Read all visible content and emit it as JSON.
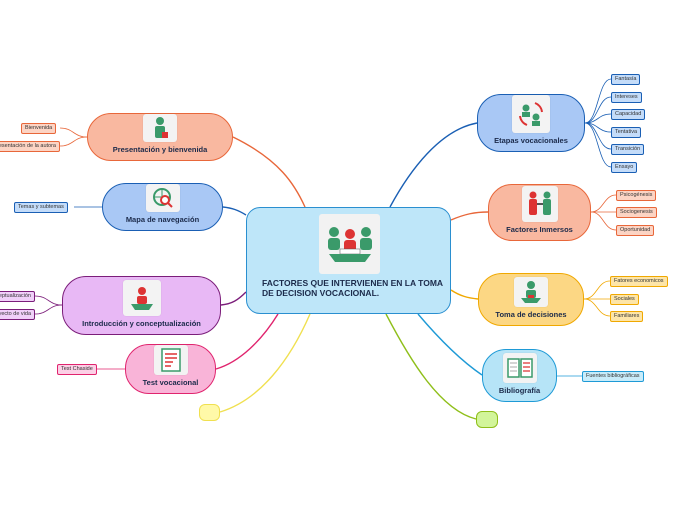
{
  "central": {
    "title": "FACTORES QUE INTERVIENEN EN LA TOMA DE DECISION VOCACIONAL.",
    "icon": "meeting-people-icon",
    "color": "#bee6f9"
  },
  "topics": {
    "presentacion": {
      "label": "Presentación y bienvenida",
      "icon": "person-with-suitcase-icon",
      "color": "#f9b8a0",
      "line_color": "#e8673a"
    },
    "mapa": {
      "label": "Mapa de navegación",
      "icon": "globe-magnifier-icon",
      "color": "#a9c8f5",
      "line_color": "#1a5fb4"
    },
    "introduccion": {
      "label": "Introducción y conceptualización",
      "icon": "person-at-desk-icon",
      "color": "#e8b8f5",
      "line_color": "#7b1d7a"
    },
    "test": {
      "label": "Test vocacional",
      "icon": "document-list-icon",
      "color": "#f9b4d8",
      "line_color": "#e0246e"
    },
    "etapas": {
      "label": "Etapas vocacionales",
      "icon": "cycle-people-icon",
      "color": "#a9c8f5",
      "line_color": "#1a5fb4"
    },
    "factores": {
      "label": "Factores Inmersos",
      "icon": "handshake-icon",
      "color": "#f9b8a0",
      "line_color": "#e8673a"
    },
    "toma": {
      "label": "Toma de decisiones",
      "icon": "person-at-desk-icon",
      "color": "#fcd784",
      "line_color": "#f0a800"
    },
    "bibliografia": {
      "label": "Bibliografía",
      "icon": "open-book-icon",
      "color": "#b6e4f7",
      "line_color": "#1e9ad6"
    }
  },
  "leaves": {
    "presentacion": [
      "Bienvenida",
      "Presentación de la autora"
    ],
    "mapa": [
      "Temas y subtemas"
    ],
    "introduccion": [
      "Conceptualización",
      "Proyecto de vida"
    ],
    "test": [
      "Test Chaside"
    ],
    "etapas": [
      "Fantasía",
      "Intereses",
      "Capacidad",
      "Tentativa",
      "Transición",
      "Ensayo"
    ],
    "factores": [
      "Psicogénesis",
      "Sociogenesis",
      "Oportunidad"
    ],
    "toma": [
      "Fatores economicos",
      "Sociales",
      "Familiares"
    ],
    "bibliografia": [
      "Fuentes bibliográficas"
    ]
  },
  "blank_topics": [
    {
      "color": "#fff9a8",
      "line_color": "#f0e050"
    },
    {
      "color": "#d2f59a",
      "line_color": "#8fbf1a"
    }
  ]
}
